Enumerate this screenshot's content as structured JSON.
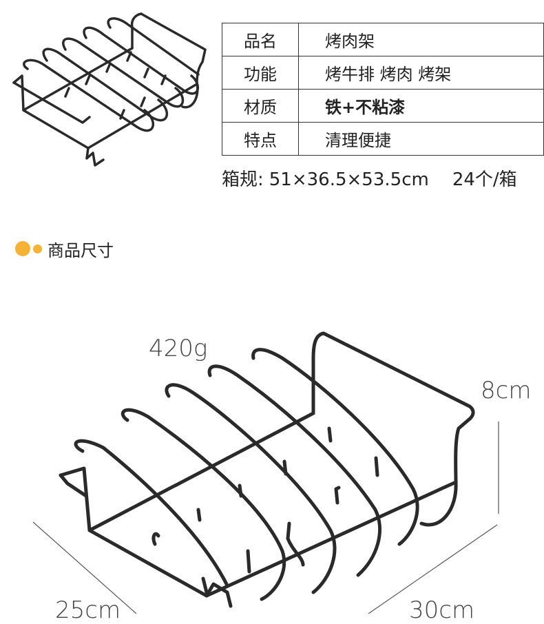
{
  "specs": [
    {
      "label": "品名",
      "value": "烤肉架"
    },
    {
      "label": "功能",
      "value": "烤牛排 烤肉 烤架"
    },
    {
      "label": "材质",
      "value": "铁+不粘漆"
    },
    {
      "label": "特点",
      "value": "清理便捷"
    }
  ],
  "box": {
    "label": "箱规:",
    "value": "51×36.5×53.5cm",
    "count": "24个/箱"
  },
  "section": {
    "title": "商品尺寸"
  },
  "dimensions": {
    "weight": "420g",
    "height": "8cm",
    "depth": "25cm",
    "width": "30cm"
  },
  "colors": {
    "accent": "#f5b335",
    "rack": "#2a2a2a"
  }
}
